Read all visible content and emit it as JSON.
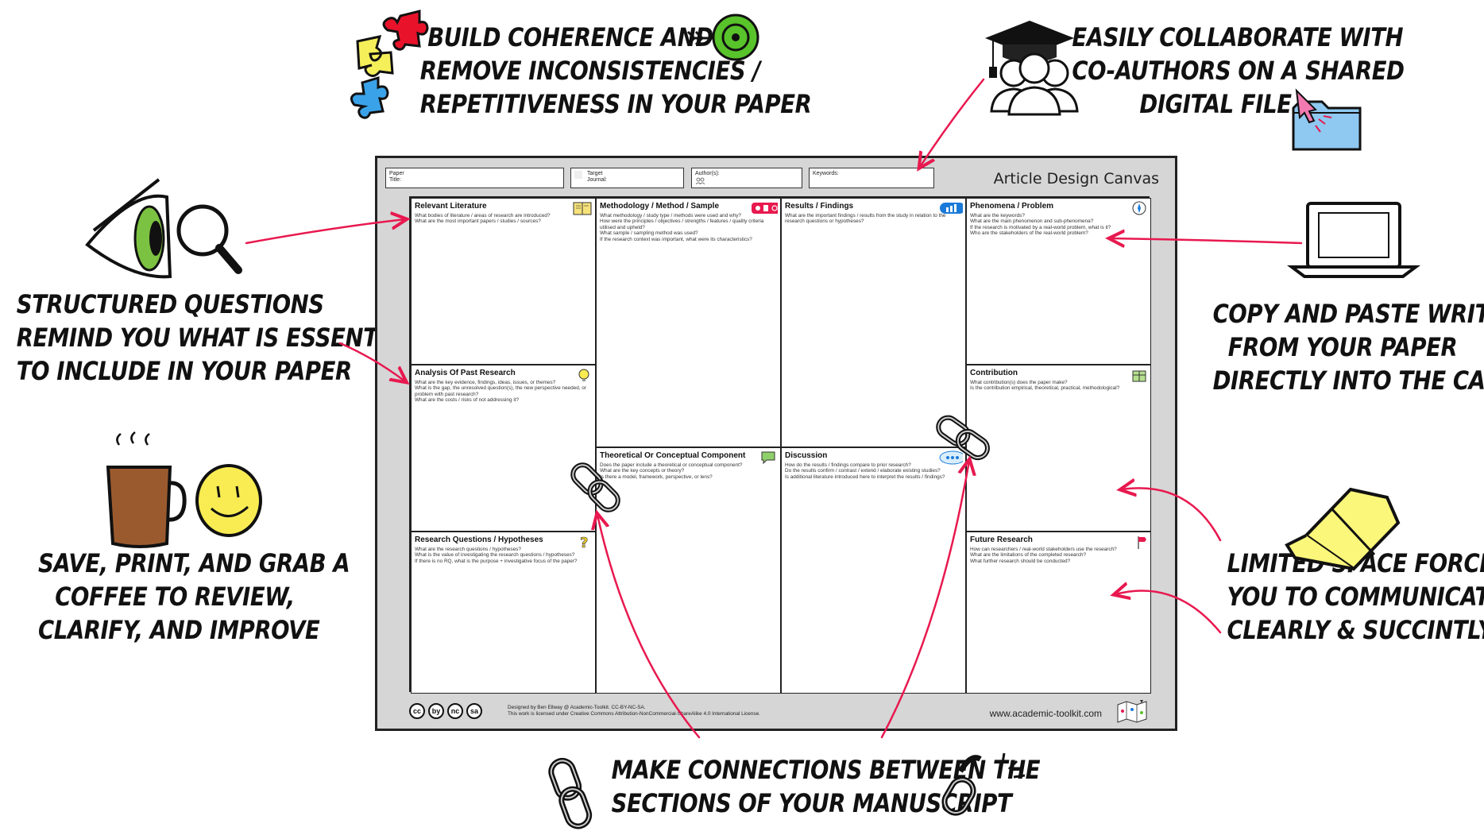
{
  "callouts": {
    "coherence": [
      "BUILD COHERENCE AND",
      "REMOVE INCONSISTENCIES /",
      "REPETITIVENESS IN YOUR PAPER"
    ],
    "collaborate": [
      "EASILY COLLABORATE WITH",
      "CO-AUTHORS ON A SHARED",
      "DIGITAL FILE"
    ],
    "structured": [
      "STRUCTURED QUESTIONS",
      "REMIND YOU WHAT IS ESSENTIAL",
      "TO INCLUDE IN YOUR PAPER"
    ],
    "copy_paste": [
      "COPY AND PASTE WRITING",
      "FROM YOUR PAPER",
      "DIRECTLY INTO THE CANVAS"
    ],
    "save_print": [
      "SAVE, PRINT, AND GRAB A",
      "COFFEE TO REVIEW,",
      "CLARIFY, AND IMPROVE"
    ],
    "limited_space": [
      "LIMITED SPACE FORCES",
      "YOU TO COMMUNICATE",
      "CLEARLY & SUCCINTLY"
    ],
    "connections": [
      "MAKE CONNECTIONS BETWEEN THE",
      "SECTIONS OF YOUR MANUSCRIPT"
    ]
  },
  "canvas": {
    "title": "Article Design Canvas",
    "header": {
      "paper_title": [
        "Paper",
        "Title:"
      ],
      "target_journal": [
        "Target",
        "Journal:"
      ],
      "authors": "Author(s):",
      "keywords": "Keywords:"
    },
    "cells": {
      "relevant_literature": {
        "title": "Relevant Literature",
        "questions": [
          "What bodies of literature / areas of research are introduced?",
          "What are the most important papers / studies / sources?"
        ]
      },
      "methodology": {
        "title": "Methodology / Method / Sample",
        "questions": [
          "What methodology / study type / methods were used and why?",
          "How were the principles / objectives / strengths / features / quality criteria utilised and upheld?",
          "What sample / sampling method was used?",
          "If the research context was important, what were its characteristics?"
        ]
      },
      "results": {
        "title": "Results / Findings",
        "questions": [
          "What are the important findings / results from the study in relation to the research questions or hypotheses?"
        ]
      },
      "phenomena": {
        "title": "Phenomena / Problem",
        "questions": [
          "What are the keywords?",
          "What are the main phenomenon and sub-phenomena?",
          "If the research is motivated by a real-world problem, what is it?",
          "Who are the stakeholders of the real-world problem?"
        ]
      },
      "analysis": {
        "title": "Analysis Of Past Research",
        "questions": [
          "What are the key evidence, findings, ideas, issues, or themes?",
          "What is the gap, the unresolved question(s), the new perspective needed, or problem with past research?",
          "What are the costs / risks of not addressing it?"
        ]
      },
      "contribution": {
        "title": "Contribution",
        "questions": [
          "What contribution(s) does the paper make?",
          "Is the contribution empirical, theoretical, practical, methodological?"
        ]
      },
      "theoretical": {
        "title": "Theoretical Or Conceptual Component",
        "questions": [
          "Does the paper include a theoretical or conceptual component?",
          "What are the key concepts or theory?",
          "Is there a model, framework, perspective, or lens?"
        ]
      },
      "discussion": {
        "title": "Discussion",
        "questions": [
          "How do the results / findings compare to prior research?",
          "Do the results confirm / contrast / extend / elaborate existing studies?",
          "Is additional literature introduced here to interpret the results / findings?"
        ]
      },
      "research_questions": {
        "title": "Research Questions / Hypotheses",
        "questions": [
          "What are the research questions / hypotheses?",
          "What is the value of investigating the research questions / hypotheses?",
          "If there is no RQ, what is the purpose + investigative focus of the paper?"
        ]
      },
      "future_research": {
        "title": "Future Research",
        "questions": [
          "How can researchers / real-world stakeholders use the research?",
          "What are the limitations of the completed research?",
          "What further research should be conducted?"
        ]
      }
    },
    "footer": {
      "cc_icons": [
        "cc",
        "by",
        "nc",
        "sa"
      ],
      "credit": [
        "Designed by Ben Ellway @ Academic-Toolkit. CC-BY-NC-SA.",
        "This work is licensed under Creative Commons Attribution-NonCommercial-ShareAlike 4.0 International License."
      ],
      "website": "www.academic-toolkit.com"
    }
  },
  "colors": {
    "arrow": "#e8194f",
    "puzzle_red": "#e8122a",
    "puzzle_yellow": "#f5ef5a",
    "puzzle_blue": "#3aa2e8",
    "eye_green": "#7cc242",
    "target_green": "#58c32a",
    "folder_blue": "#8fc8f0",
    "highlighter": "#fbf77a",
    "coffee": "#9b5a2e",
    "smiley": "#f8ec52",
    "canvas_bg": "#d6d6d6"
  },
  "icons": [
    "puzzle-icon",
    "target-icon",
    "graduation-cap-icon",
    "people-icon",
    "folder-icon",
    "eye-icon",
    "magnifier-icon",
    "laptop-icon",
    "coffee-mug-icon",
    "smiley-icon",
    "highlighter-icon",
    "chain-link-icon",
    "broken-chain-icon"
  ]
}
